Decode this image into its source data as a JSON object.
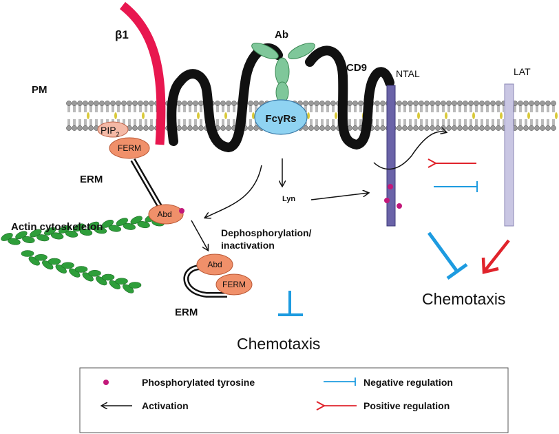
{
  "labels": {
    "beta1": "β1",
    "ab": "Ab",
    "cd9": "CD9",
    "ntal": "NTAL",
    "lat": "LAT",
    "pm": "PM",
    "pip2": "PIP",
    "pip2_sub": "2",
    "ferm_top": "FERM",
    "erm_top": "ERM",
    "abd_top": "Abd",
    "actin": "Actin cytoskeleton",
    "fcgr": "FcγRs",
    "lyn": "Lyn",
    "dephos": "Dephosphorylation/",
    "inactivation": "inactivation",
    "abd_bottom": "Abd",
    "ferm_bottom": "FERM",
    "erm_bottom": "ERM",
    "chemotaxis_left": "Chemotaxis",
    "chemotaxis_right": "Chemotaxis"
  },
  "legend": {
    "phospho": "Phosphorylated tyrosine",
    "activation": "Activation",
    "negative": "Negative regulation",
    "positive": "Positive regulation"
  },
  "colors": {
    "beta1": "#e8174f",
    "membrane_head": "#9a9a9a",
    "membrane_yellow": "#d9c93a",
    "fcgr_fill": "#8fd3f2",
    "ab_fill": "#7fc79a",
    "ntal_fill": "#6a63a8",
    "lat_fill": "#c9c6e3",
    "erm_orange": "#f0906a",
    "pip_pink": "#f4b9a6",
    "actin_green": "#2e9e3a",
    "phospho_magenta": "#c2187a",
    "neg_blue": "#1d9be0",
    "pos_red": "#e0232b"
  }
}
